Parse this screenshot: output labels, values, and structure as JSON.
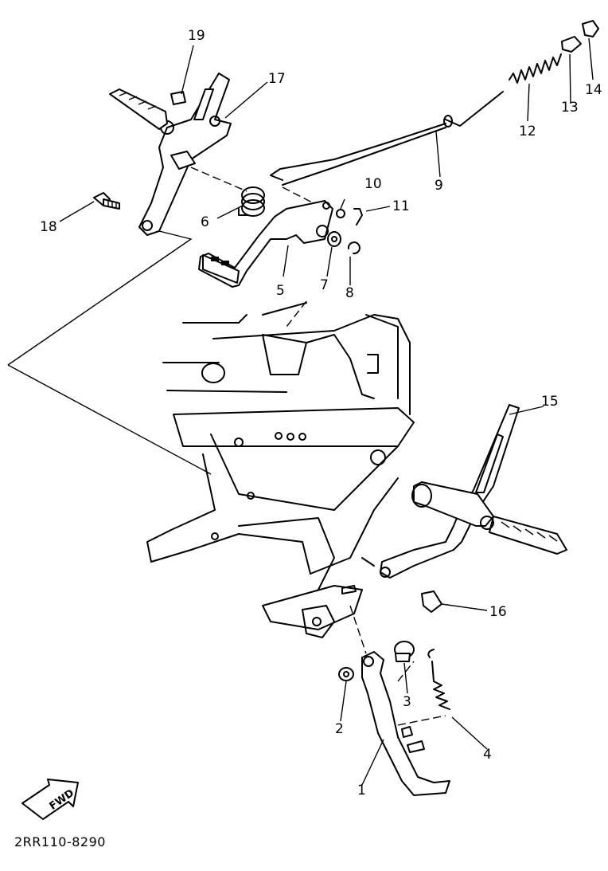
{
  "diagram": {
    "reference_code": "2RR110-8290",
    "fwd_label": "FWD",
    "labels": [
      "1",
      "2",
      "3",
      "4",
      "5",
      "6",
      "7",
      "8",
      "9",
      "10",
      "11",
      "12",
      "13",
      "14",
      "15",
      "16",
      "17",
      "18",
      "19"
    ]
  }
}
